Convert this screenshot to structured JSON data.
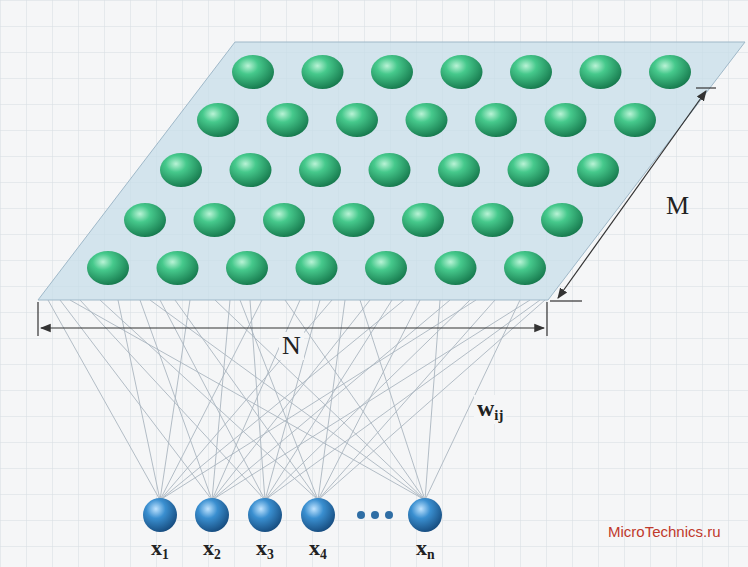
{
  "diagram": {
    "labels": [
      "M",
      "N",
      "wij",
      "x1",
      "x2",
      "x3",
      "x4",
      "xn",
      "MicroTechnics.ru"
    ]
  }
}
